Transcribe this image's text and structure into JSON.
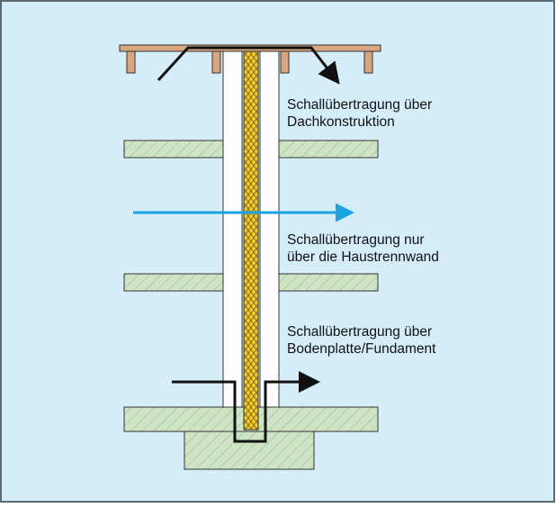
{
  "colors": {
    "background": "#d4edf9",
    "frame": "#5d6a72",
    "wall": "#ffffff",
    "insulation": "#f1ce2e",
    "slab": "#cfe4c5",
    "roof": "#d9a77f",
    "arrow_black": "#111111",
    "arrow_blue": "#1ba3e2"
  },
  "labels": {
    "roof_line1": "Schallübertragung über",
    "roof_line2": "Dachkonstruktion",
    "wall_line1": "Schallübertragung nur",
    "wall_line2": "über die Haustrennwand",
    "base_line1": "Schallübertragung über",
    "base_line2": "Bodenplatte/Fundament"
  }
}
